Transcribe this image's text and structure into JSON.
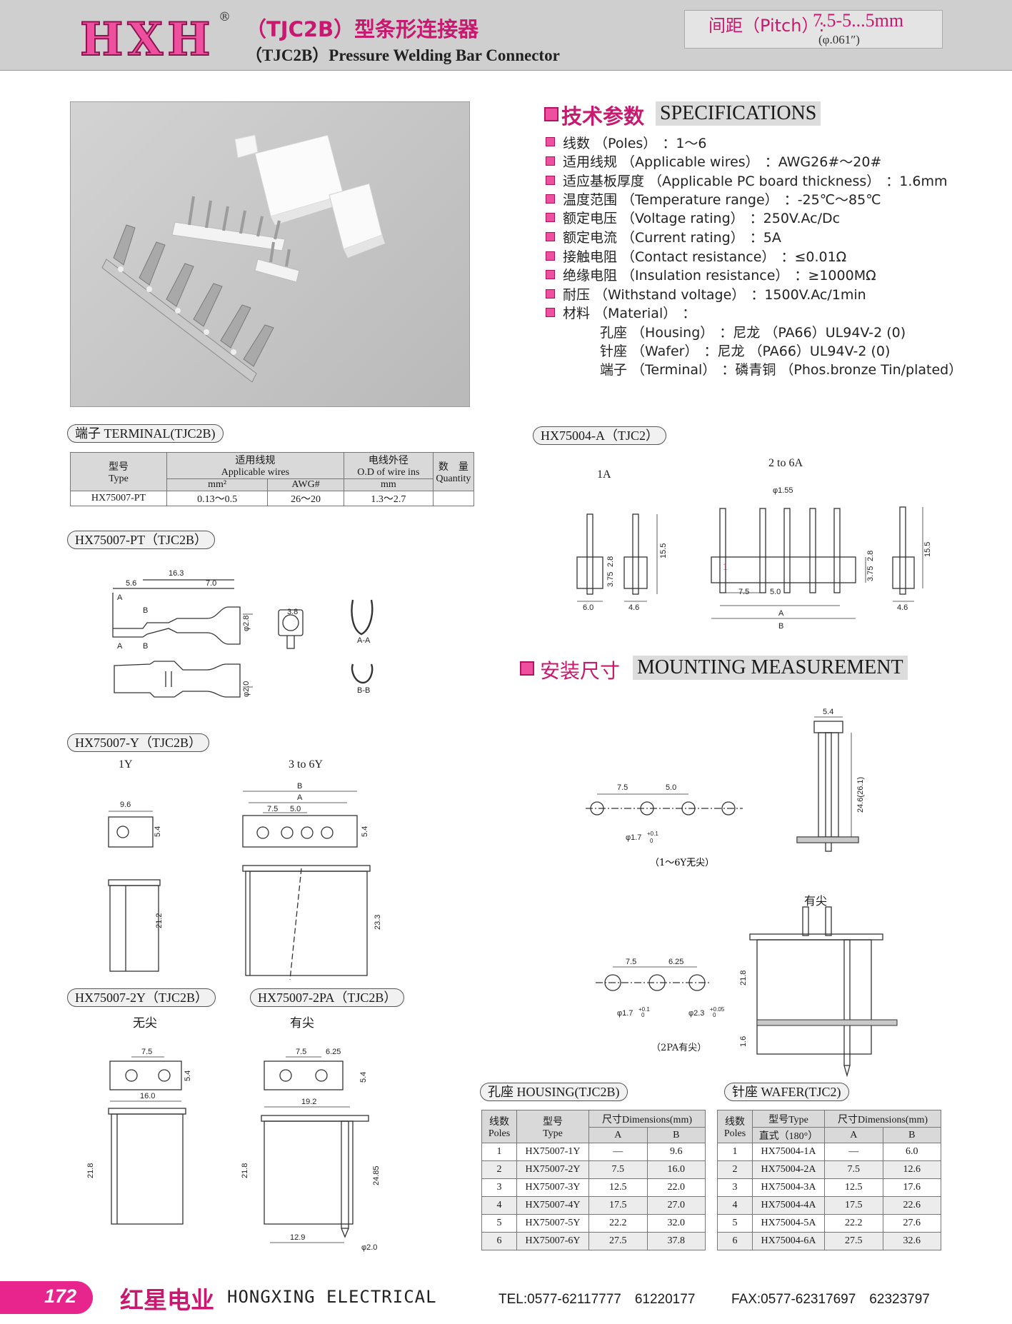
{
  "header": {
    "logo": "HXH",
    "registered": "®",
    "title_cn": "（TJC2B）型条形连接器",
    "title_en": "（TJC2B）Pressure Welding Bar Connector",
    "pitch_label": "间距（Pitch）:",
    "pitch_value": "7.5-5...5mm",
    "pitch_sub": "(φ.061″)"
  },
  "specs": {
    "title_cn": "技术参数",
    "title_en": "SPECIFICATIONS",
    "items": [
      {
        "label": "线数 （Poles）",
        "value": "：1～6"
      },
      {
        "label": "适用线规 （Applicable wires）",
        "value": "：AWG26#～20#"
      },
      {
        "label": "适应基板厚度 （Applicable PC board thickness）",
        "value": "：1.6mm"
      },
      {
        "label": "温度范围 （Temperature range）",
        "value": "：-25℃～85℃"
      },
      {
        "label": "额定电压 （Voltage rating）",
        "value": "：250V.Ac/Dc"
      },
      {
        "label": "额定电流 （Current rating）",
        "value": "：5A"
      },
      {
        "label": "接触电阻 （Contact resistance）",
        "value": "：≤0.01Ω"
      },
      {
        "label": "绝缘电阻 （Insulation resistance）",
        "value": "：≥1000MΩ"
      },
      {
        "label": "耐压 （Withstand voltage）",
        "value": "：1500V.Ac/1min"
      },
      {
        "label": "材料 （Material）",
        "value": "："
      }
    ],
    "materials": [
      {
        "label": "孔座 （Housing）",
        "value": "：尼龙 （PA66）UL94V-2 (0)"
      },
      {
        "label": "针座 （Wafer）",
        "value": "：尼龙 （PA66）UL94V-2 (0)"
      },
      {
        "label": "端子 （Terminal）",
        "value": "：磷青铜 （Phos.bronze Tin/plated）"
      }
    ]
  },
  "terminal": {
    "tag": "端子 TERMINAL(TJC2B)",
    "headers": {
      "type_cn": "型号",
      "type_en": "Type",
      "wire_cn": "适用线规",
      "wire_en": "Applicable wires",
      "od_cn": "电线外径",
      "od_en": "O.D of wire ins",
      "qty_cn": "数　量",
      "qty_en": "Quantity",
      "mm2": "mm²",
      "awg": "AWG#",
      "mm": "mm"
    },
    "row": {
      "type": "HX75007-PT",
      "mm2": "0.13～0.5",
      "awg": "26～20",
      "od": "1.3～2.7",
      "qty": ""
    }
  },
  "drawings": {
    "pt_tag": "HX75007-PT（TJC2B）",
    "pt_dims": {
      "l": "16.3",
      "a": "5.6",
      "b": "7.0",
      "d1": "φ2.8",
      "d2": "φ2.0",
      "w": "3.8",
      "sec_aa": "A-A",
      "sec_bb": "B-B",
      "mark_a": "A",
      "mark_b": "B"
    },
    "y_tag": "HX75007-Y（TJC2B）",
    "y_1y": "1Y",
    "y_3to6": "3 to 6Y",
    "y_dims": {
      "w": "9.6",
      "h": "5.4",
      "p1": "7.5",
      "p2": "5.0",
      "a": "A",
      "b": "B",
      "h1": "21.2",
      "h2": "23.3"
    },
    "y2_tag": "HX75007-2Y（TJC2B）",
    "y2_sub": "无尖",
    "y2_dims": {
      "p": "7.5",
      "h": "5.4",
      "w": "16.0",
      "hh": "21.8"
    },
    "pa_tag": "HX75007-2PA（TJC2B）",
    "pa_sub": "有尖",
    "pa_dims": {
      "p1": "7.5",
      "p2": "6.25",
      "h": "5.4",
      "w": "19.2",
      "hh": "21.8",
      "hp": "24.85",
      "b": "12.9",
      "d": "φ2.0"
    },
    "wafer_tag": "HX75004-A（TJC2）",
    "wafer_1a": "1A",
    "wafer_2to6": "2 to 6A",
    "wafer_dims": {
      "w1": "6.0",
      "w2": "4.6",
      "h1": "3.75",
      "h2": "2.8",
      "h3": "15.5",
      "d": "φ1.55",
      "p1": "7.5",
      "p2": "5.0",
      "a": "A",
      "b": "B",
      "pin1": "1"
    },
    "mount_cn": "安装尺寸",
    "mount_en": "MOUNTING MEASUREMENT",
    "mount_dims": {
      "p1": "7.5",
      "p2": "5.0",
      "d": "φ1.7",
      "tol": "+0.1",
      "tol0": "0",
      "note1": "（1～6Y无尖）",
      "top": "5.4",
      "h": "24.6(26.1)",
      "label2": "有尖",
      "q1": "7.5",
      "q2": "6.25",
      "d2": "φ2.3",
      "tol2": "+0.05",
      "note2": "（2PA有尖）",
      "h2": "21.8",
      "t": "1.6"
    }
  },
  "housing_table": {
    "tag": "孔座 HOUSING(TJC2B)",
    "h_poles_cn": "线数",
    "h_poles_en": "Poles",
    "h_type_cn": "型号",
    "h_type_en": "Type",
    "h_dim": "尺寸Dimensions(mm)",
    "h_a": "A",
    "h_b": "B",
    "rows": [
      {
        "p": "1",
        "t": "HX75007-1Y",
        "a": "—",
        "b": "9.6"
      },
      {
        "p": "2",
        "t": "HX75007-2Y",
        "a": "7.5",
        "b": "16.0"
      },
      {
        "p": "3",
        "t": "HX75007-3Y",
        "a": "12.5",
        "b": "22.0"
      },
      {
        "p": "4",
        "t": "HX75007-4Y",
        "a": "17.5",
        "b": "27.0"
      },
      {
        "p": "5",
        "t": "HX75007-5Y",
        "a": "22.2",
        "b": "32.0"
      },
      {
        "p": "6",
        "t": "HX75007-6Y",
        "a": "27.5",
        "b": "37.8"
      }
    ]
  },
  "wafer_table": {
    "tag": "针座 WAFER(TJC2)",
    "h_poles_cn": "线数",
    "h_poles_en": "Poles",
    "h_type": "型号Type",
    "h_sub": "直式（180°）",
    "h_dim": "尺寸Dimensions(mm)",
    "h_a": "A",
    "h_b": "B",
    "rows": [
      {
        "p": "1",
        "t": "HX75004-1A",
        "a": "—",
        "b": "6.0"
      },
      {
        "p": "2",
        "t": "HX75004-2A",
        "a": "7.5",
        "b": "12.6"
      },
      {
        "p": "3",
        "t": "HX75004-3A",
        "a": "12.5",
        "b": "17.6"
      },
      {
        "p": "4",
        "t": "HX75004-4A",
        "a": "17.5",
        "b": "22.6"
      },
      {
        "p": "5",
        "t": "HX75004-5A",
        "a": "22.2",
        "b": "27.6"
      },
      {
        "p": "6",
        "t": "HX75004-6A",
        "a": "27.5",
        "b": "32.6"
      }
    ]
  },
  "footer": {
    "page": "172",
    "company_cn": "红星电业",
    "company_en": "HONGXING ELECTRICAL",
    "tel": "TEL:0577-62117777　61220177",
    "fax": "FAX:0577-62317697　62323797"
  },
  "colors": {
    "accent": "#c8186f",
    "logo": "#ee4f9e",
    "header_bg": "#cfcfcf"
  }
}
